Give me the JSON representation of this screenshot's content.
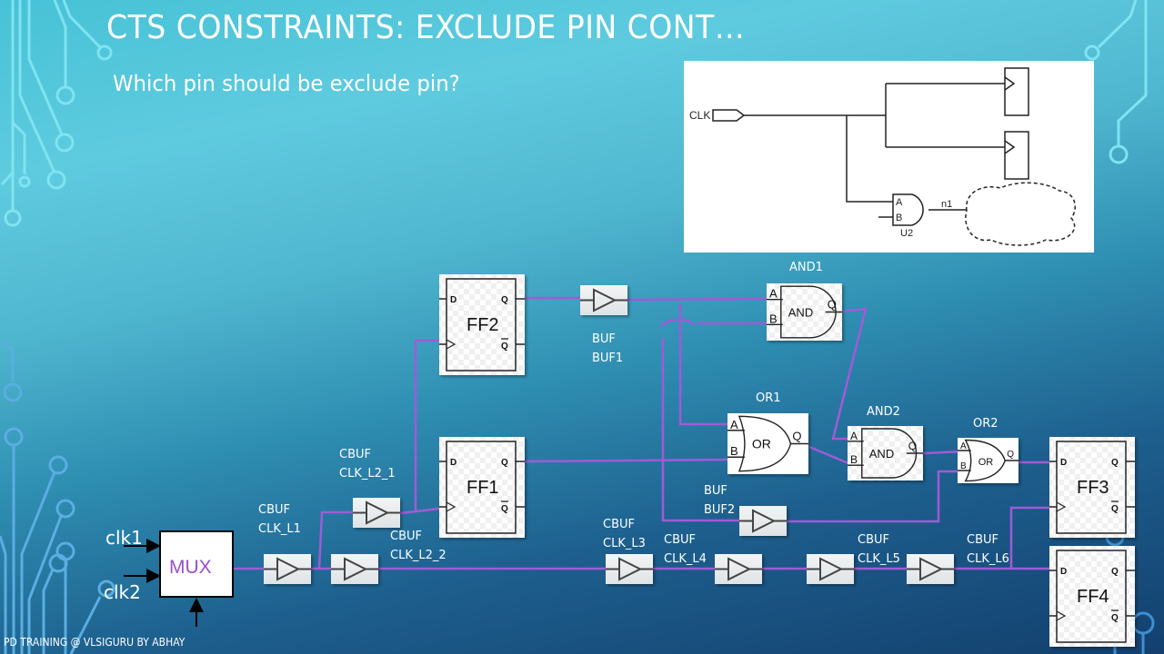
{
  "slide": {
    "title": "CTS CONSTRAINTS: EXCLUDE PIN CONT…",
    "subtitle": "Which pin should be exclude pin?",
    "footer": "PD TRAINING @ VLSIGURU  BY ABHAY"
  },
  "colors": {
    "wire": "#a05bd6",
    "deco": "#7fe3f2",
    "deco_dark": "#5aaee0",
    "mux_text": "#9b4fc9"
  },
  "inset": {
    "clk_port": "CLK",
    "gate_pins": [
      "A",
      "B"
    ],
    "gate_name": "U2",
    "net_name": "n1"
  },
  "inputs": {
    "clk1": "clk1",
    "clk2": "clk2"
  },
  "mux": {
    "label": "MUX"
  },
  "buffers": {
    "clk_l1": {
      "type": "CBUF",
      "name": "CLK_L1"
    },
    "clk_l2_1": {
      "type": "CBUF",
      "name": "CLK_L2_1"
    },
    "clk_l2_2": {
      "type": "CBUF",
      "name": "CLK_L2_2"
    },
    "clk_l3": {
      "type": "CBUF",
      "name": "CLK_L3"
    },
    "clk_l4": {
      "type": "CBUF",
      "name": "CLK_L4"
    },
    "clk_l5": {
      "type": "CBUF",
      "name": "CLK_L5"
    },
    "clk_l6": {
      "type": "CBUF",
      "name": "CLK_L6"
    },
    "buf1": {
      "type": "BUF",
      "name": "BUF1"
    },
    "buf2": {
      "type": "BUF",
      "name": "BUF2"
    }
  },
  "flops": {
    "ff1": {
      "label": "FF1",
      "d": "D",
      "q": "Q",
      "qbar": "Q"
    },
    "ff2": {
      "label": "FF2",
      "d": "D",
      "q": "Q",
      "qbar": "Q"
    },
    "ff3": {
      "label": "FF3",
      "d": "D",
      "q": "Q",
      "qbar": "Q"
    },
    "ff4": {
      "label": "FF4",
      "d": "D",
      "q": "Q",
      "qbar": "Q"
    }
  },
  "gates": {
    "and1": {
      "name": "AND1",
      "label": "AND",
      "a": "A",
      "b": "B",
      "q": "Q"
    },
    "and2": {
      "name": "AND2",
      "label": "AND",
      "a": "A",
      "b": "B",
      "q": "Q"
    },
    "or1": {
      "name": "OR1",
      "label": "OR",
      "a": "A",
      "b": "B",
      "q": "Q"
    },
    "or2": {
      "name": "OR2",
      "label": "OR",
      "a": "A",
      "b": "B",
      "q": "Q"
    }
  }
}
